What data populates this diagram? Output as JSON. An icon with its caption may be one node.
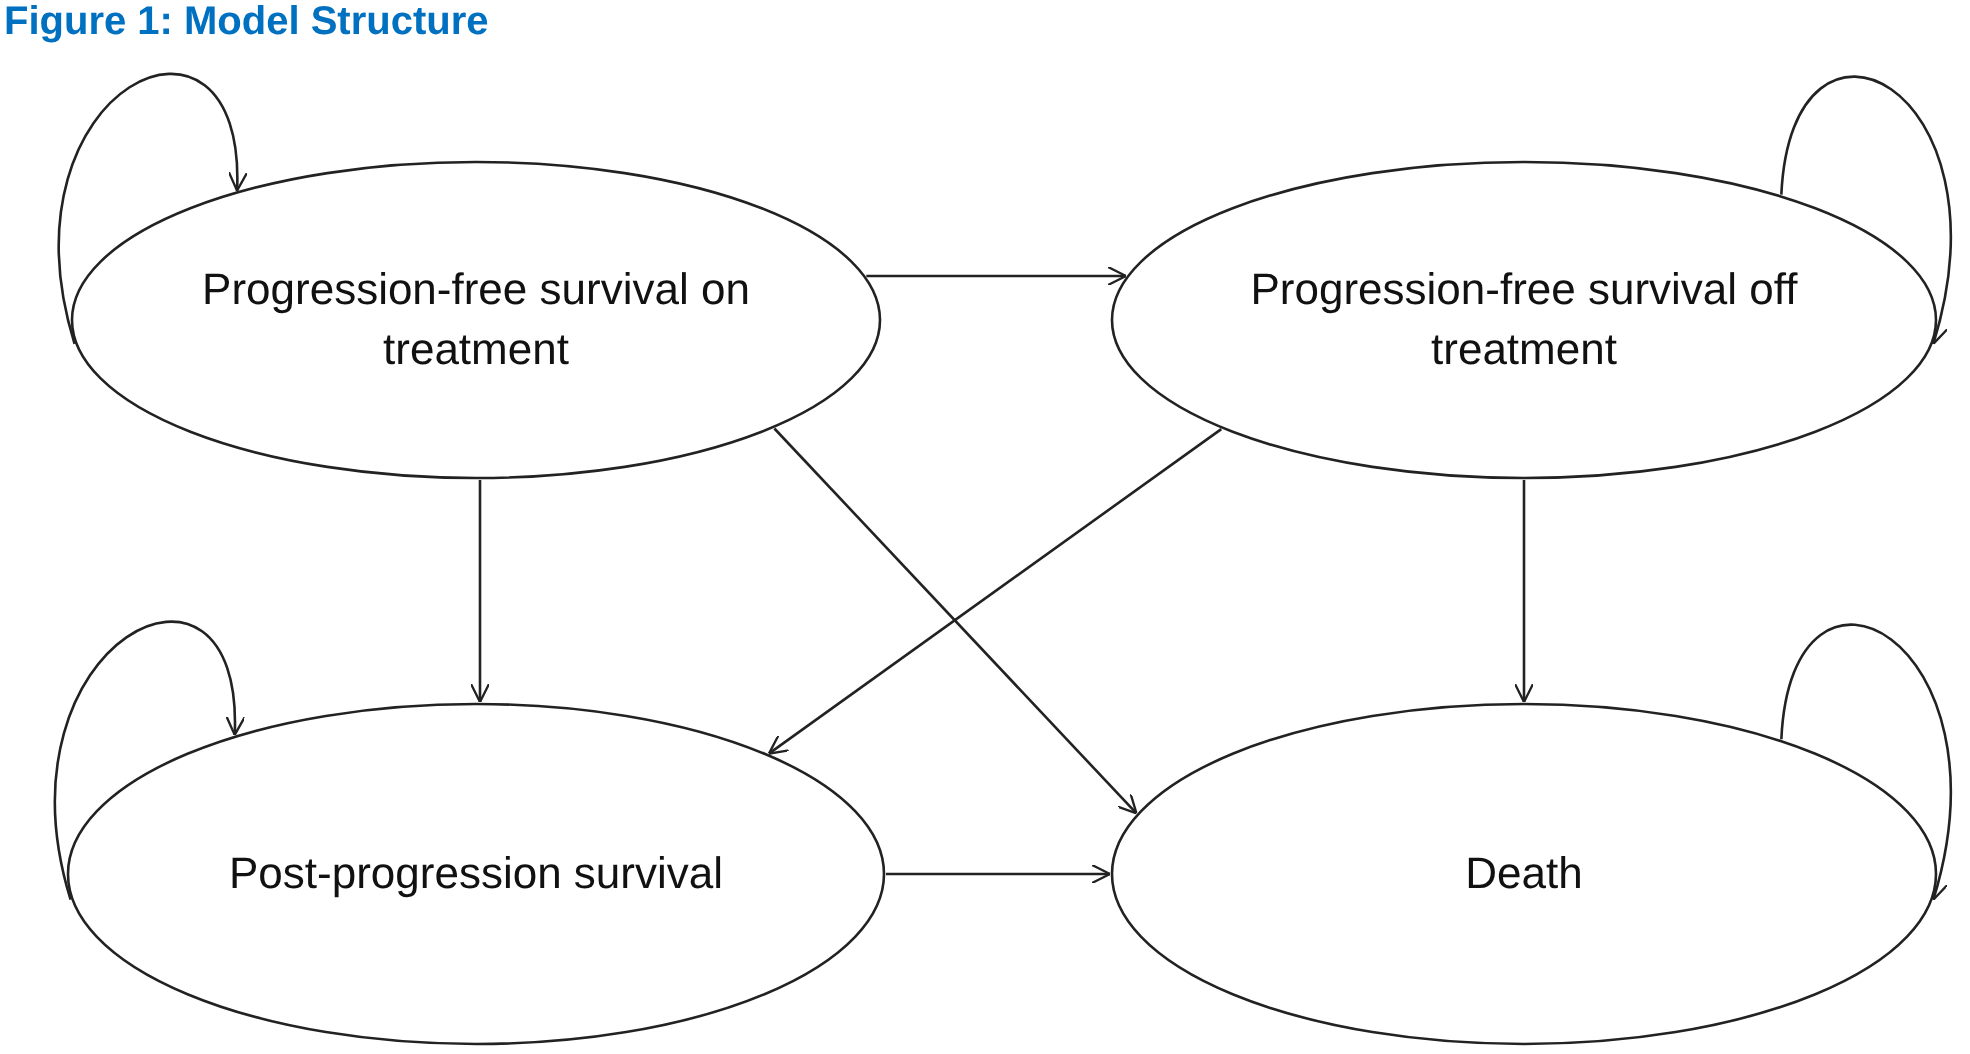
{
  "diagram": {
    "title": "Figure 1: Model Structure",
    "nodes": [
      {
        "text": [
          "Progression-free survival on treatment"
        ]
      },
      {
        "text": [
          "Progression-free survival off treatment"
        ]
      },
      {
        "text": [
          "Post-progression survival"
        ]
      },
      {
        "text": [
          "Death"
        ]
      }
    ],
    "edges": [
      {
        "from": 0,
        "to": 0,
        "arrow": "to"
      },
      {
        "from": 1,
        "to": 1,
        "arrow": "to"
      },
      {
        "from": 0,
        "to": 1,
        "arrow": "to"
      },
      {
        "from": 0,
        "to": 2,
        "arrow": "to"
      },
      {
        "from": 0,
        "to": 3,
        "arrow": "to"
      },
      {
        "from": 1,
        "to": 2,
        "arrow": "to"
      },
      {
        "from": 1,
        "to": 3,
        "arrow": "to"
      },
      {
        "from": 2,
        "to": 2,
        "arrow": "to"
      },
      {
        "from": 3,
        "to": 3,
        "arrow": "to"
      },
      {
        "from": 2,
        "to": 3,
        "arrow": "to"
      }
    ]
  }
}
